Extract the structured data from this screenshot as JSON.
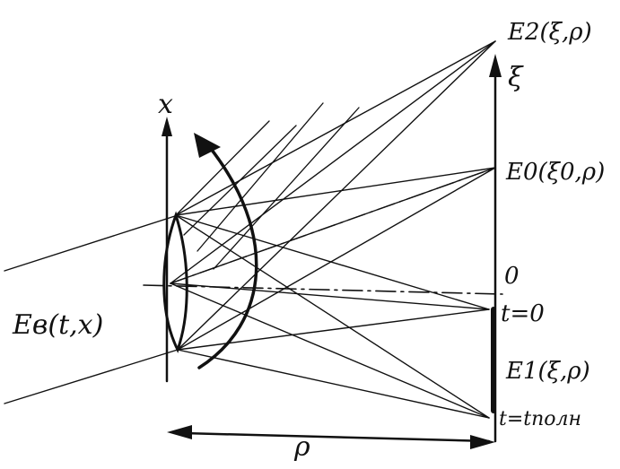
{
  "labels": {
    "x_axis": "x",
    "xi_axis": "ξ",
    "e_in": "Eв(t,x)",
    "e2": "E2(ξ,ρ)",
    "e0": "E0(ξ0,ρ)",
    "e1": "E1(ξ,ρ)",
    "origin": "0",
    "t_zero": "t=0",
    "t_full": "t=tполн",
    "rho": "ρ"
  },
  "colors": {
    "ink": "#111111",
    "paper": "#ffffff"
  }
}
